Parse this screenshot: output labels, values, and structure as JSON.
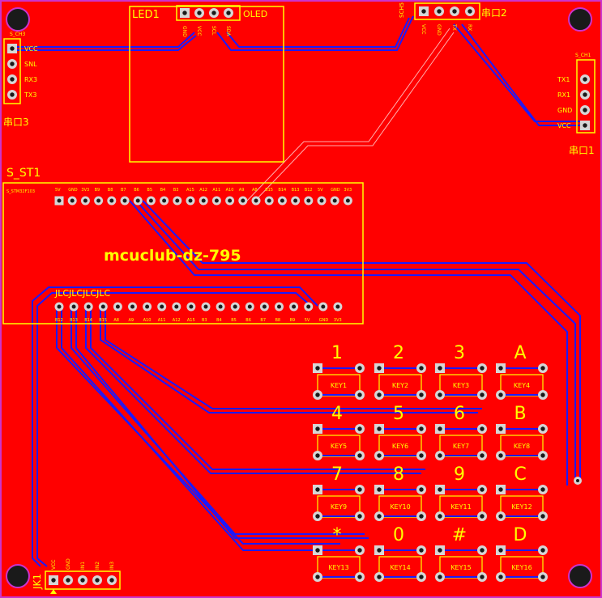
{
  "board": {
    "title": "mcuclub-dz-795",
    "colors": {
      "copper": "#ff0000",
      "silk": "#ffff00",
      "trace": "#1a1aff",
      "pad": "#d6d6d6",
      "hole": "#1a1a1a",
      "outline": "#cc33cc"
    }
  },
  "led1": {
    "ref": "LED1",
    "name": "OLED",
    "pins": [
      "GND",
      "VCC",
      "SCL",
      "SDA"
    ]
  },
  "uart2": {
    "ref": "串口2",
    "code": "SCH5",
    "pins": [
      "VCC",
      "GND",
      "TX",
      "RX"
    ]
  },
  "uart3": {
    "ref": "串口3",
    "code": "S_CH3",
    "pins": [
      "VCC",
      "SNL",
      "RX3",
      "TX3"
    ]
  },
  "uart1": {
    "ref": "串口1",
    "code": "S_CH1",
    "pins": [
      "TX1",
      "RX1",
      "GND",
      "VCC"
    ]
  },
  "mcu": {
    "ref": "S_ST1",
    "top_code": "S_STM32F103",
    "top_pins": [
      "5V",
      "GND",
      "3V3",
      "B9",
      "B8",
      "B7",
      "B6",
      "B5",
      "B4",
      "B3",
      "A15",
      "A12",
      "A11",
      "A10",
      "A9",
      "A8",
      "B15",
      "B14",
      "B13",
      "B12",
      "5V",
      "GND",
      "3V3"
    ],
    "bottom_pins": [
      "B12",
      "B13",
      "B14",
      "B15",
      "A8",
      "A9",
      "A10",
      "A11",
      "A12",
      "A15",
      "B3",
      "B4",
      "B5",
      "B6",
      "B7",
      "B8",
      "B9",
      "5V",
      "GND",
      "3V3"
    ],
    "bottom_silk": "JLCJLCJLCJLC"
  },
  "keypad": {
    "labels": [
      "1",
      "2",
      "3",
      "A",
      "4",
      "5",
      "6",
      "B",
      "7",
      "8",
      "9",
      "C",
      "*",
      "0",
      "#",
      "D"
    ],
    "keys": [
      "KEY1",
      "KEY2",
      "KEY3",
      "KEY4",
      "KEY5",
      "KEY6",
      "KEY7",
      "KEY8",
      "KEY9",
      "KEY10",
      "KEY11",
      "KEY12",
      "KEY13",
      "KEY14",
      "KEY15",
      "KEY16"
    ]
  },
  "jk1": {
    "ref": "JK1",
    "pins": [
      "VCC",
      "GND",
      "IN1",
      "IN2",
      "IN3"
    ]
  }
}
